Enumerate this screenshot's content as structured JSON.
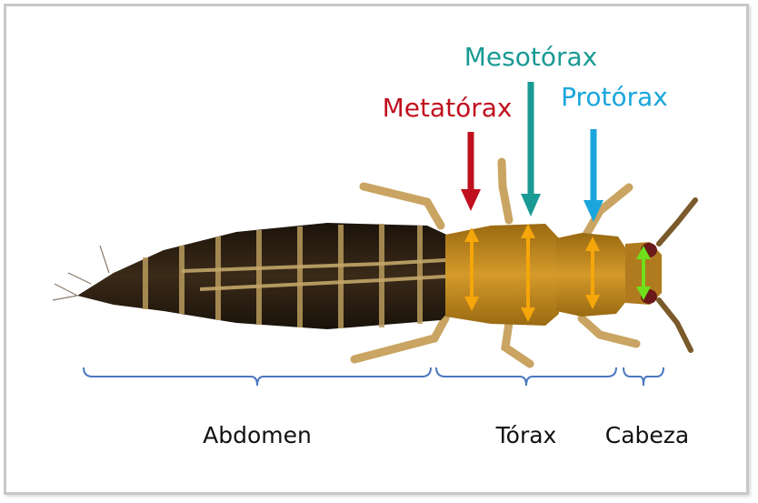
{
  "labels": {
    "mesotorax": "Mesotórax",
    "metatorax": "Metatórax",
    "protorax": "Protórax",
    "abdomen": "Abdomen",
    "torax": "Tórax",
    "cabeza": "Cabeza"
  },
  "colors": {
    "mesotorax": "#1a9a94",
    "metatorax": "#c0101e",
    "protorax": "#1aa6dc",
    "measure_arrow": "#f5a60a",
    "head_arrow": "#6fe01a",
    "bracket": "#4a78c0",
    "body_dark": "#2a1d12",
    "body_band": "#b89a5c",
    "thorax": "#c08a1c"
  }
}
